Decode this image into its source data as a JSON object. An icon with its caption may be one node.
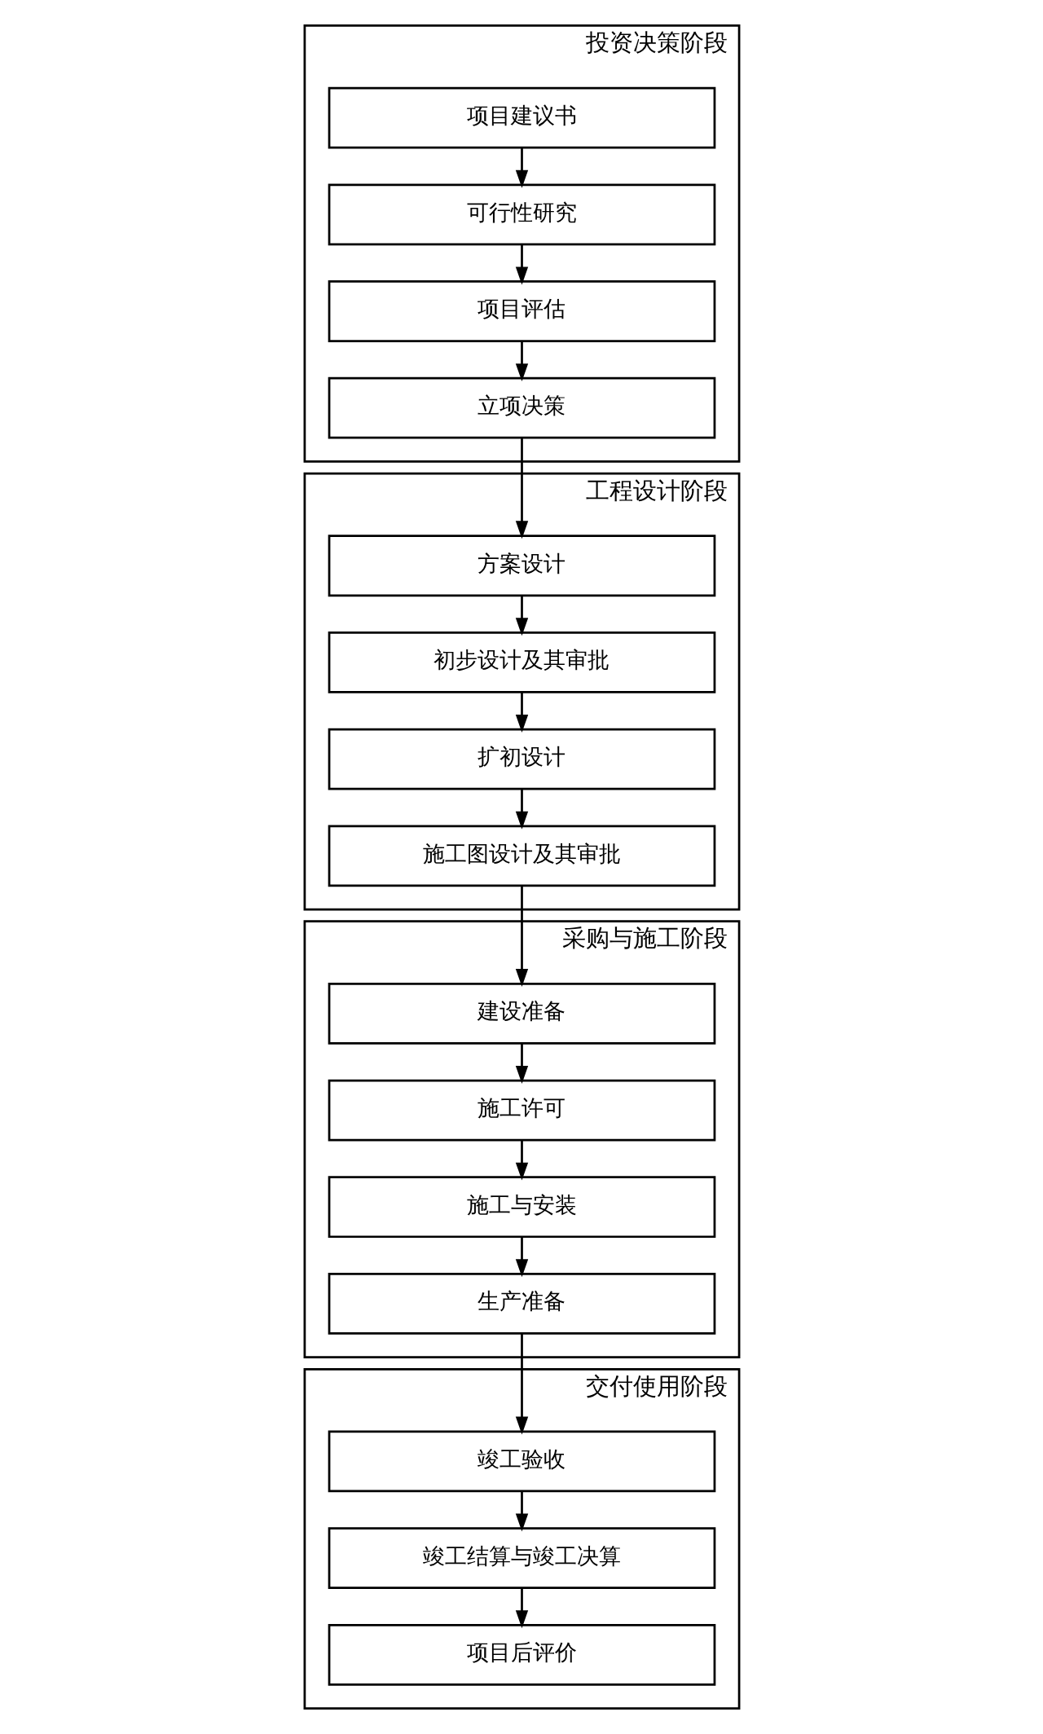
{
  "diagram": {
    "nodes": [
      {
        "text": [
          "投资决策阶段"
        ]
      },
      {
        "text": [
          "项目建议书"
        ],
        "in": 0
      },
      {
        "text": [
          "可行性研究"
        ],
        "in": 0
      },
      {
        "text": [
          "项目评估"
        ],
        "in": 0
      },
      {
        "text": [
          "立项决策"
        ],
        "in": 0
      },
      {
        "text": [
          "工程设计阶段"
        ]
      },
      {
        "text": [
          "方案设计"
        ],
        "in": 5
      },
      {
        "text": [
          "初步设计及其审批"
        ],
        "in": 5
      },
      {
        "text": [
          "扩初设计"
        ],
        "in": 5
      },
      {
        "text": [
          "施工图设计及其审批"
        ],
        "in": 5
      },
      {
        "text": [
          "采购与施工阶段"
        ]
      },
      {
        "text": [
          "建设准备"
        ],
        "in": 10
      },
      {
        "text": [
          "施工许可"
        ],
        "in": 10
      },
      {
        "text": [
          "施工与安装"
        ],
        "in": 10
      },
      {
        "text": [
          "生产准备"
        ],
        "in": 10
      },
      {
        "text": [
          "交付使用阶段"
        ]
      },
      {
        "text": [
          "竣工验收"
        ],
        "in": 15
      },
      {
        "text": [
          "竣工结算与竣工决算"
        ],
        "in": 15
      },
      {
        "text": [
          "项目后评价"
        ],
        "in": 15
      }
    ],
    "edges": [
      {
        "from": 1,
        "to": 2,
        "arrow": "to"
      },
      {
        "from": 2,
        "to": 3,
        "arrow": "to"
      },
      {
        "from": 3,
        "to": 4,
        "arrow": "to"
      },
      {
        "from": 4,
        "to": 6,
        "arrow": "to"
      },
      {
        "from": 6,
        "to": 7,
        "arrow": "to"
      },
      {
        "from": 7,
        "to": 8,
        "arrow": "to"
      },
      {
        "from": 8,
        "to": 9,
        "arrow": "to"
      },
      {
        "from": 9,
        "to": 11,
        "arrow": "to"
      },
      {
        "from": 11,
        "to": 12,
        "arrow": "to"
      },
      {
        "from": 12,
        "to": 13,
        "arrow": "to"
      },
      {
        "from": 13,
        "to": 14,
        "arrow": "to"
      },
      {
        "from": 14,
        "to": 16,
        "arrow": "to"
      },
      {
        "from": 16,
        "to": 17,
        "arrow": "to"
      },
      {
        "from": 17,
        "to": 18,
        "arrow": "to"
      }
    ]
  }
}
